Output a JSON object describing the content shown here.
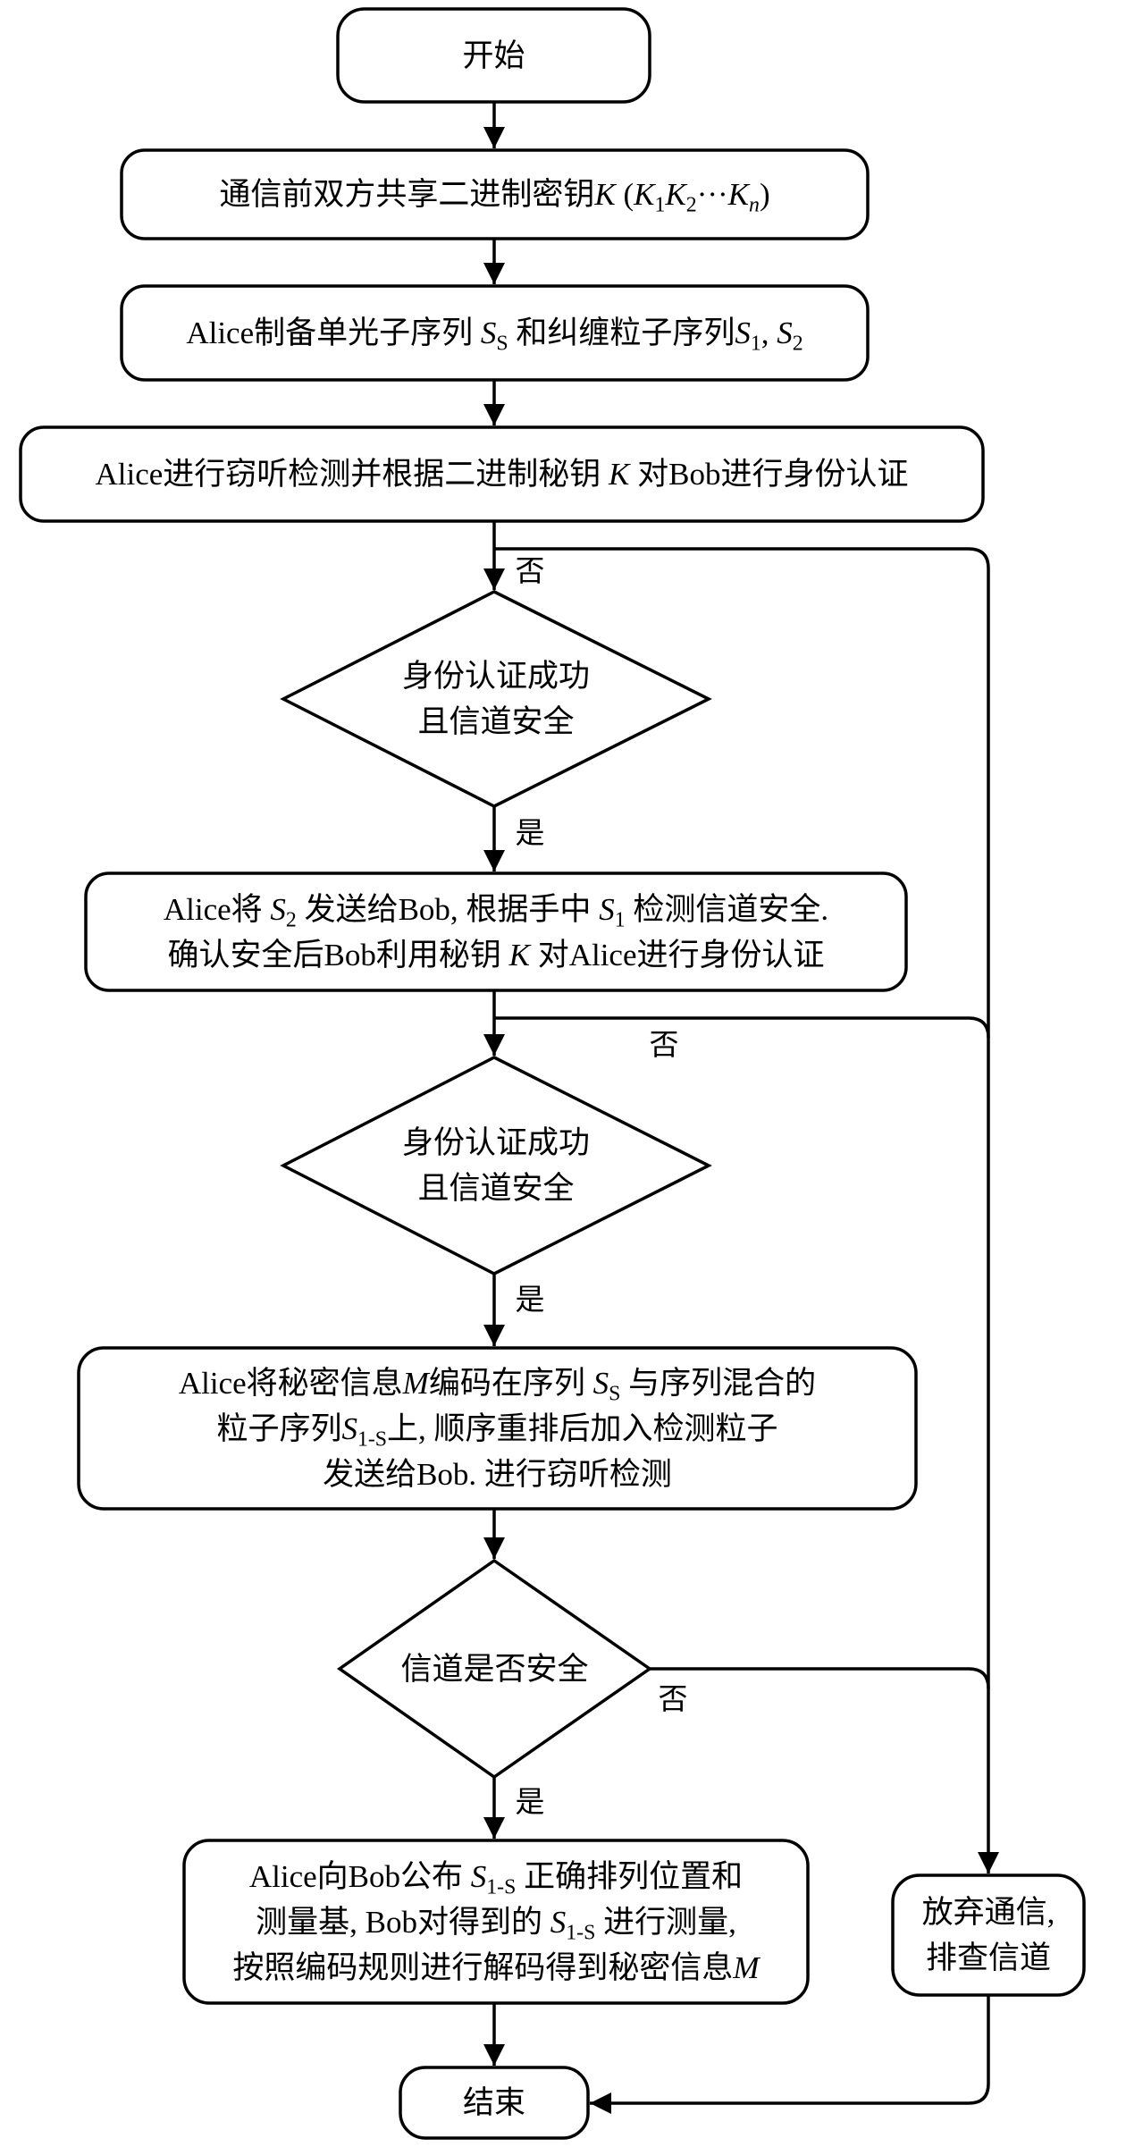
{
  "figure": {
    "type": "flowchart",
    "title": "",
    "stroke_color": "#000000",
    "background": "#ffffff"
  },
  "nodes": [
    {
      "id": "start",
      "shape": "terminal",
      "lines": [
        [
          {
            "t": "开始"
          }
        ]
      ]
    },
    {
      "id": "share-key",
      "shape": "process",
      "lines": [
        [
          {
            "t": "通信前双方共享二进制密钥"
          },
          {
            "t": "K",
            "math": true
          },
          {
            "t": " ("
          },
          {
            "t": "K",
            "math": true,
            "sub": "1"
          },
          {
            "t": "K",
            "math": true,
            "sub": "2"
          },
          {
            "t": "···"
          },
          {
            "t": "K",
            "math": true,
            "sub": "n",
            "subItalic": true
          },
          {
            "t": ")"
          }
        ]
      ]
    },
    {
      "id": "prepare",
      "shape": "process",
      "lines": [
        [
          {
            "t": "Alice制备单光子序列 "
          },
          {
            "t": "S",
            "math": true,
            "sub": "S"
          },
          {
            "t": " 和纠缠粒子序列"
          },
          {
            "t": "S",
            "math": true,
            "sub": "1"
          },
          {
            "t": ", "
          },
          {
            "t": "S",
            "math": true,
            "sub": "2"
          }
        ]
      ]
    },
    {
      "id": "alice-auth",
      "shape": "process",
      "lines": [
        [
          {
            "t": "Alice进行窃听检测并根据二进制秘钥 "
          },
          {
            "t": "K",
            "math": true
          },
          {
            "t": " 对Bob进行身份认证"
          }
        ]
      ]
    },
    {
      "id": "decision-1",
      "shape": "decision",
      "lines": [
        [
          {
            "t": "身份认证成功"
          }
        ],
        [
          {
            "t": "且信道安全"
          }
        ]
      ]
    },
    {
      "id": "bob-auth",
      "shape": "process",
      "lines": [
        [
          {
            "t": "Alice将 "
          },
          {
            "t": "S",
            "math": true,
            "sub": "2"
          },
          {
            "t": " 发送给Bob, 根据手中 "
          },
          {
            "t": "S",
            "math": true,
            "sub": "1"
          },
          {
            "t": " 检测信道安全."
          }
        ],
        [
          {
            "t": "确认安全后Bob利用秘钥 "
          },
          {
            "t": "K",
            "math": true
          },
          {
            "t": " 对Alice进行身份认证"
          }
        ]
      ]
    },
    {
      "id": "decision-2",
      "shape": "decision",
      "lines": [
        [
          {
            "t": "身份认证成功"
          }
        ],
        [
          {
            "t": "且信道安全"
          }
        ]
      ]
    },
    {
      "id": "encode",
      "shape": "process",
      "lines": [
        [
          {
            "t": "Alice将秘密信息"
          },
          {
            "t": "M",
            "math": true
          },
          {
            "t": "编码在序列 "
          },
          {
            "t": "S",
            "math": true,
            "sub": "S"
          },
          {
            "t": " 与序列混合的"
          }
        ],
        [
          {
            "t": "粒子序列"
          },
          {
            "t": "S",
            "math": true,
            "sub": "1-S"
          },
          {
            "t": "上, 顺序重排后加入检测粒子"
          }
        ],
        [
          {
            "t": "发送给Bob. 进行窃听检测"
          }
        ]
      ]
    },
    {
      "id": "decision-3",
      "shape": "decision",
      "lines": [
        [
          {
            "t": "信道是否安全"
          }
        ]
      ]
    },
    {
      "id": "decode",
      "shape": "process",
      "lines": [
        [
          {
            "t": "Alice向Bob公布 "
          },
          {
            "t": "S",
            "math": true,
            "sub": "1-S"
          },
          {
            "t": " 正确排列位置和"
          }
        ],
        [
          {
            "t": "测量基, Bob对得到的 "
          },
          {
            "t": "S",
            "math": true,
            "sub": "1-S"
          },
          {
            "t": " 进行测量,"
          }
        ],
        [
          {
            "t": "按照编码规则进行解码得到秘密信息"
          },
          {
            "t": "M",
            "math": true
          }
        ]
      ]
    },
    {
      "id": "abort",
      "shape": "process",
      "lines": [
        [
          {
            "t": "放弃通信,"
          }
        ],
        [
          {
            "t": "排查信道"
          }
        ]
      ]
    },
    {
      "id": "end",
      "shape": "terminal",
      "lines": [
        [
          {
            "t": "结束"
          }
        ]
      ]
    }
  ],
  "edges": [
    {
      "from": "start",
      "to": "share-key",
      "label": ""
    },
    {
      "from": "share-key",
      "to": "prepare",
      "label": ""
    },
    {
      "from": "prepare",
      "to": "alice-auth",
      "label": ""
    },
    {
      "from": "alice-auth",
      "to": "decision-1",
      "label": ""
    },
    {
      "from": "decision-1",
      "to": "bob-auth",
      "label": "是"
    },
    {
      "from": "decision-1",
      "to": "abort",
      "label": "否"
    },
    {
      "from": "bob-auth",
      "to": "decision-2",
      "label": ""
    },
    {
      "from": "decision-2",
      "to": "encode",
      "label": "是"
    },
    {
      "from": "decision-2",
      "to": "abort",
      "label": "否"
    },
    {
      "from": "encode",
      "to": "decision-3",
      "label": ""
    },
    {
      "from": "decision-3",
      "to": "decode",
      "label": "是"
    },
    {
      "from": "decision-3",
      "to": "abort",
      "label": "否"
    },
    {
      "from": "decode",
      "to": "end",
      "label": ""
    },
    {
      "from": "abort",
      "to": "end",
      "label": ""
    }
  ],
  "labels": {
    "no_1": "否",
    "yes_1": "是",
    "no_2": "否",
    "yes_2": "是",
    "no_3": "否",
    "yes_3": "是"
  }
}
